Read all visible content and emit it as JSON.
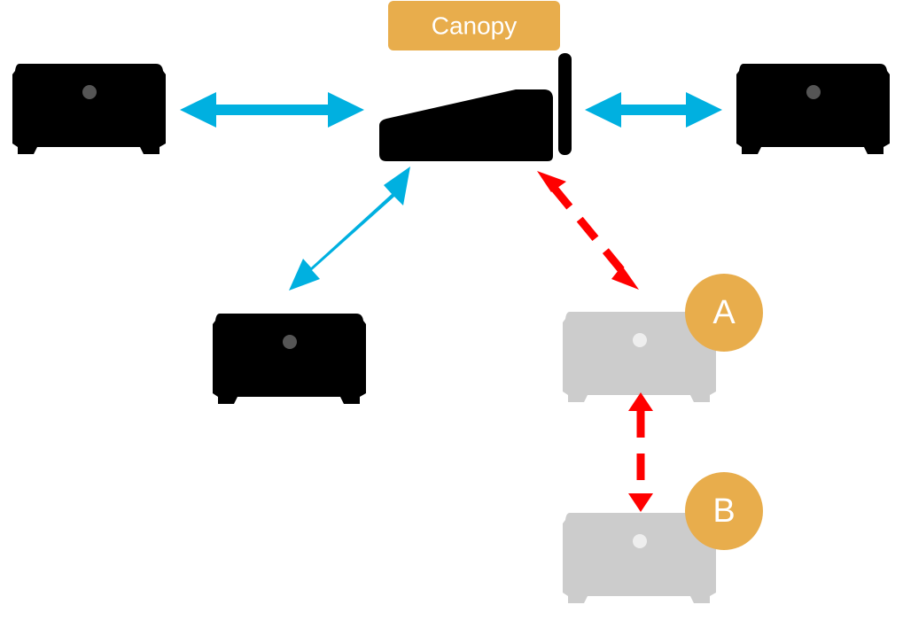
{
  "diagram": {
    "router_label": "Canopy",
    "badge_a": "A",
    "badge_b": "B"
  },
  "colors": {
    "label_fill": "#e8ad4c",
    "badge_fill": "#e8ad4c",
    "label_text": "#ffffff",
    "device_active": "#000000",
    "device_inactive": "#cccccc",
    "led_active": "#555555",
    "led_inactive": "#eeeeee",
    "link_solid": "#00b0e0",
    "link_dashed": "#ff0000"
  },
  "icons": {
    "router": "router-icon",
    "satellite": "mesh-node-icon"
  }
}
